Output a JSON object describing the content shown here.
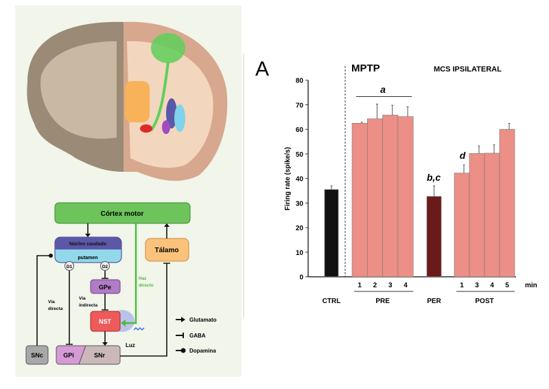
{
  "diagram": {
    "boxes": {
      "cortex": "Córtex motor",
      "caudate": "Núcleo caudado",
      "putamen": "putamen",
      "d1": "D1",
      "d2": "D2",
      "thalamus": "Tálamo",
      "gpe": "GPe",
      "nst": "NST",
      "gpi": "GPi",
      "snr": "SNr",
      "snc": "SNc"
    },
    "labels": {
      "direct_1": "Vía",
      "direct_2": "directa",
      "indirect_1": "Vía",
      "indirect_2": "indirecta",
      "haz_1": "Haz",
      "haz_2": "directo",
      "light": "Luz"
    },
    "legend": [
      "Glutamato",
      "GABA",
      "Dopamina"
    ],
    "colors": {
      "cortex": "#6cc45a",
      "caudate": "#5b58a8",
      "putamen": "#92d8ea",
      "thalamus": "#fbc27c",
      "gpe": "#b07cc6",
      "nst": "#ee5a5a",
      "gpi": "#d69ad6",
      "snr": "#cbb9b9",
      "snc": "#a8a8a8",
      "haz": "#4cbb3c"
    }
  },
  "chart_data": {
    "type": "bar",
    "panel_label": "A",
    "group_titles": [
      "MPTP",
      "MCS IPSILATERAL"
    ],
    "ylabel": "Firing rate (spike/s)",
    "ylim": [
      0,
      80
    ],
    "yticks": [
      0,
      10,
      20,
      30,
      40,
      50,
      60,
      70,
      80
    ],
    "x_unit": "min",
    "grid": false,
    "groups": [
      {
        "name": "CTRL",
        "bars": [
          {
            "label": "",
            "value": 35.5,
            "error": 1.5,
            "color": "#111111"
          }
        ]
      },
      {
        "name": "PRE",
        "bars": [
          {
            "label": "1",
            "value": 62.5,
            "error": 0.4,
            "color": "#ec8f86"
          },
          {
            "label": "2",
            "value": 64.3,
            "error": 6.0,
            "color": "#ec8f86"
          },
          {
            "label": "3",
            "value": 65.8,
            "error": 4.0,
            "color": "#ec8f86"
          },
          {
            "label": "4",
            "value": 65.2,
            "error": 4.0,
            "color": "#ec8f86"
          }
        ]
      },
      {
        "name": "PER",
        "bars": [
          {
            "label": "",
            "value": 32.7,
            "error": 4.3,
            "color": "#6b1a1a"
          }
        ]
      },
      {
        "name": "POST",
        "bars": [
          {
            "label": "1",
            "value": 42.2,
            "error": 3.3,
            "color": "#ec8f86"
          },
          {
            "label": "3",
            "value": 50.2,
            "error": 3.0,
            "color": "#ec8f86"
          },
          {
            "label": "4",
            "value": 50.3,
            "error": 3.4,
            "color": "#ec8f86"
          },
          {
            "label": "5",
            "value": 60.0,
            "error": 2.4,
            "color": "#ec8f86"
          }
        ]
      }
    ],
    "annotations": [
      "a",
      "b,c",
      "d"
    ]
  }
}
